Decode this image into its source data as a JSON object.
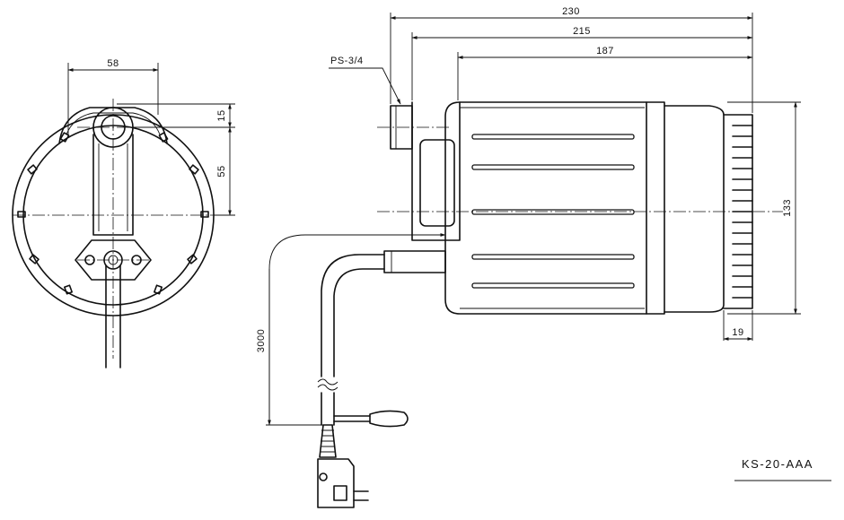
{
  "drawing": {
    "model_number": "KS-20-AAA",
    "thread_callout": "PS-3/4",
    "dimensions": {
      "front_width": "58",
      "front_top": "15",
      "front_center": "55",
      "overall_length": "230",
      "length_from_flange": "215",
      "body_length": "187",
      "body_diameter": "133",
      "fin_depth": "19",
      "cord_length": "3000"
    }
  }
}
